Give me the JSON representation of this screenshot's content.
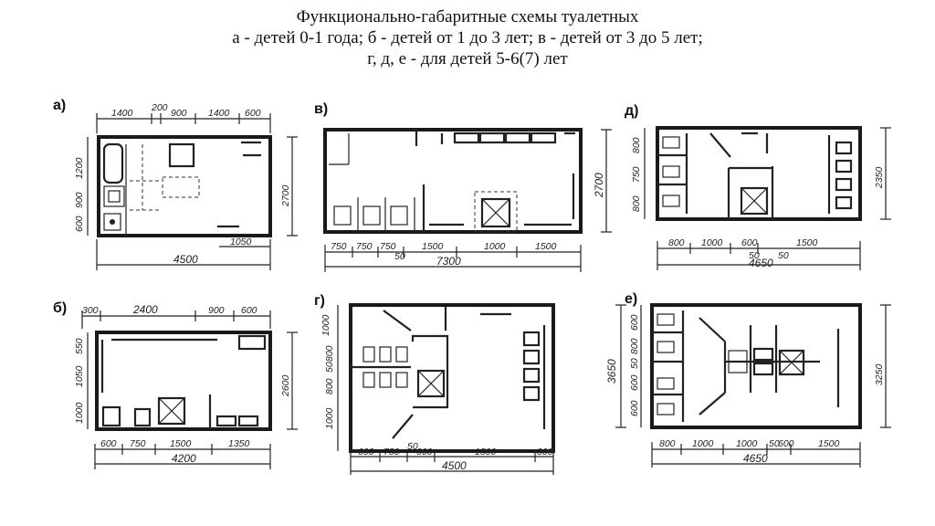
{
  "title": {
    "line1": "Функционально-габаритные схемы туалетных",
    "line2": "а - детей 0-1 года; б - детей от 1 до 3 лет; в - детей от 3 до 5 лет;",
    "line3": "г, д, е  -  для детей 5-6(7) лет"
  },
  "plans": {
    "a": {
      "label": "а)",
      "dims_top": [
        "1400",
        "200",
        "900",
        "1400",
        "600"
      ],
      "dims_left": [
        "1200",
        "900",
        "600"
      ],
      "dim_right": "2700",
      "dim_bottom_part": "1050",
      "dim_total": "4500"
    },
    "b": {
      "label": "б)",
      "dims_top": [
        "300",
        "2400",
        "900",
        "600"
      ],
      "dims_left": [
        "550",
        "1050",
        "1000"
      ],
      "dim_right": "2600",
      "dims_bottom": [
        "600",
        "750",
        "1500",
        "1350"
      ],
      "dim_total": "4200"
    },
    "v": {
      "label": "в)",
      "dim_right": "2700",
      "dims_bottom": [
        "750",
        "750",
        "750",
        "1500",
        "1000",
        "1500"
      ],
      "dim_small": "50",
      "dim_total": "7300"
    },
    "g": {
      "label": "г)",
      "dims_left": [
        "1000",
        "800",
        "50",
        "800",
        "1000"
      ],
      "dims_bottom": [
        "600",
        "750",
        "50",
        "600",
        "1500",
        "300"
      ],
      "dim_total": "4500"
    },
    "d": {
      "label": "д)",
      "dims_left": [
        "800",
        "750",
        "800"
      ],
      "dim_right": "2350",
      "dims_bottom": [
        "800",
        "1000",
        "600",
        "1500"
      ],
      "dims_small": [
        "50",
        "50"
      ],
      "dim_total": "4650"
    },
    "e": {
      "label": "е)",
      "dims_left": [
        "3650"
      ],
      "dims_left_inner": [
        "600",
        "600",
        "50",
        "600",
        "800"
      ],
      "dim_right": "3250",
      "dims_bottom": [
        "800",
        "1000",
        "1000",
        "50",
        "600",
        "1500"
      ],
      "dim_total": "4650"
    }
  }
}
